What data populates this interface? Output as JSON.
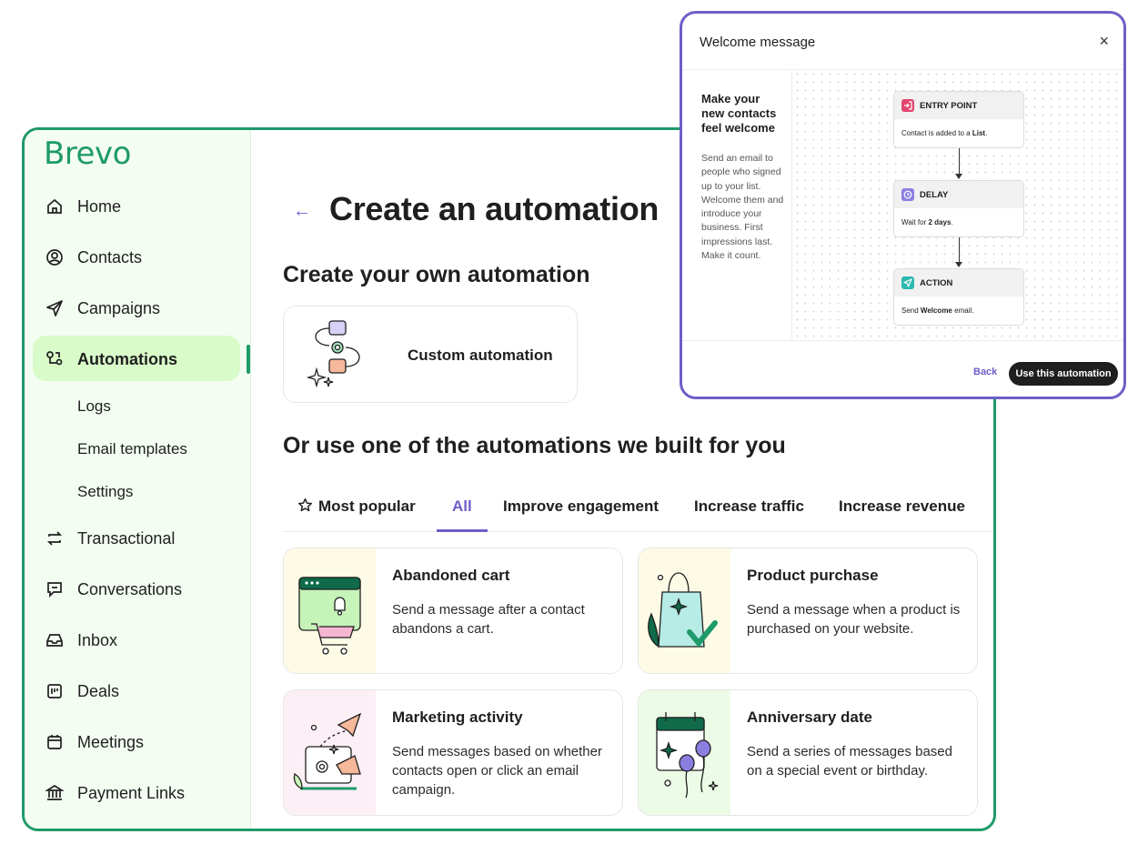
{
  "brand": {
    "name": "Brevo",
    "primary": "#1f9a6a",
    "accent": "#6c5fc7"
  },
  "sidebar": {
    "items": [
      {
        "label": "Home",
        "icon": "home-icon"
      },
      {
        "label": "Contacts",
        "icon": "contacts-icon"
      },
      {
        "label": "Campaigns",
        "icon": "paper-plane-icon"
      },
      {
        "label": "Automations",
        "icon": "automation-icon",
        "active": true
      },
      {
        "label": "Transactional",
        "icon": "repeat-icon"
      },
      {
        "label": "Conversations",
        "icon": "chat-icon"
      },
      {
        "label": "Inbox",
        "icon": "inbox-icon"
      },
      {
        "label": "Deals",
        "icon": "deals-icon"
      },
      {
        "label": "Meetings",
        "icon": "calendar-icon"
      },
      {
        "label": "Payment Links",
        "icon": "bank-icon"
      }
    ],
    "subitems": [
      "Logs",
      "Email templates",
      "Settings"
    ]
  },
  "main": {
    "title": "Create an automation",
    "own_heading": "Create your own automation",
    "custom_label": "Custom automation",
    "built_heading": "Or use one of the automations we built for you",
    "tabs": [
      "Most popular",
      "All",
      "Improve engagement",
      "Increase traffic",
      "Increase revenue"
    ],
    "active_tab": "All",
    "templates": [
      {
        "title": "Abandoned cart",
        "desc": "Send a message after a contact abandons a cart."
      },
      {
        "title": "Product purchase",
        "desc": "Send a message when a product is purchased on your website."
      },
      {
        "title": "Marketing activity",
        "desc": "Send messages based on whether contacts open or click an email campaign."
      },
      {
        "title": "Anniversary date",
        "desc": "Send a series of messages based on a special event or birthday."
      }
    ]
  },
  "modal": {
    "title": "Welcome message",
    "close": "×",
    "heading": "Make your new contacts feel welcome",
    "description": "Send an email to people who signed up to your list. Welcome them and introduce your business. First impressions last. Make it count.",
    "nodes": [
      {
        "label": "ENTRY POINT",
        "pre": "Contact is added to a ",
        "bold": "List",
        "post": ".",
        "color": "#e2466f"
      },
      {
        "label": "DELAY",
        "pre": "Wait for ",
        "bold": "2 days",
        "post": ".",
        "color": "#8a7fe0"
      },
      {
        "label": "ACTION",
        "pre": "Send ",
        "bold": "Welcome",
        "post": " email.",
        "color": "#2bb8b0"
      }
    ],
    "back": "Back",
    "use": "Use this automation"
  }
}
